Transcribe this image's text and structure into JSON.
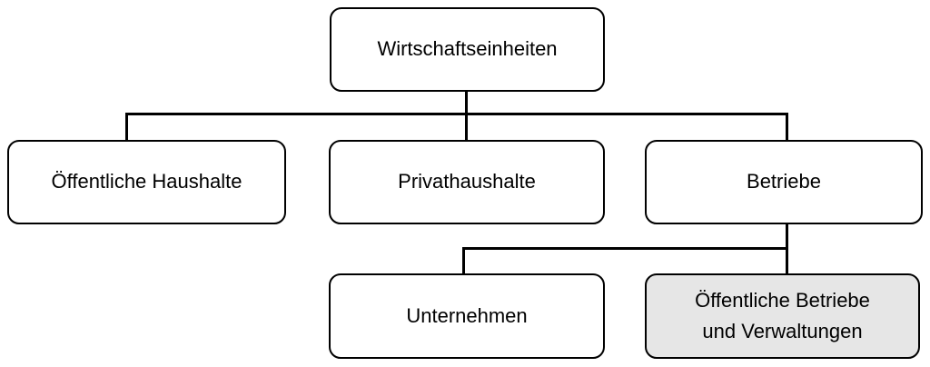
{
  "diagram": {
    "type": "hierarchy-tree",
    "background_color": "#ffffff",
    "border_color": "#000000",
    "text_color": "#000000",
    "box_fill": "#ffffff",
    "highlight_fill": "#e6e6e6",
    "root": {
      "label": "Wirtschaftseinheiten"
    },
    "level2": [
      {
        "label": "Öffentliche Haushalte",
        "parent": "Wirtschaftseinheiten"
      },
      {
        "label": "Privathaushalte",
        "parent": "Wirtschaftseinheiten"
      },
      {
        "label": "Betriebe",
        "parent": "Wirtschaftseinheiten"
      }
    ],
    "level3": [
      {
        "label": "Unternehmen",
        "parent": "Betriebe",
        "highlighted": false
      },
      {
        "label": "Öffentliche Betriebe\nund Verwaltungen",
        "parent": "Betriebe",
        "highlighted": true
      }
    ]
  }
}
